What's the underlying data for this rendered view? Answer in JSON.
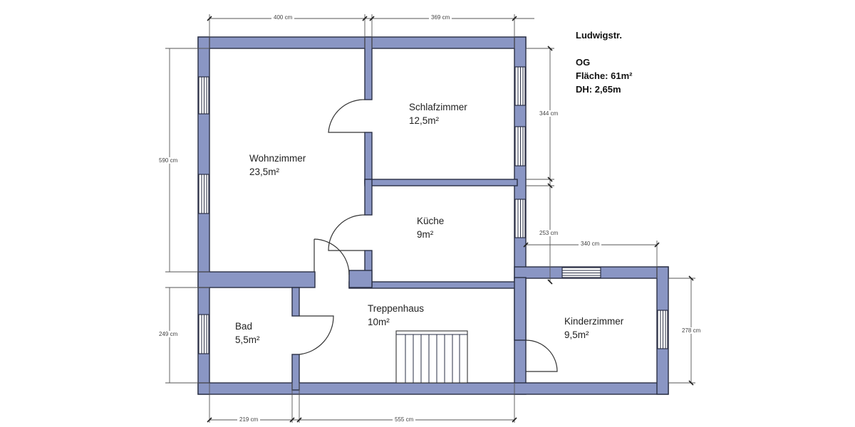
{
  "info": {
    "street": "Ludwigstr.",
    "floor": "OG",
    "area": "Fläche: 61m²",
    "ceiling_height": "DH: 2,65m"
  },
  "rooms": [
    {
      "name": "Wohnzimmer",
      "area": "23,5m²"
    },
    {
      "name": "Schlafzimmer",
      "area": "12,5m²"
    },
    {
      "name": "Küche",
      "area": "9m²"
    },
    {
      "name": "Treppenhaus",
      "area": "10m²"
    },
    {
      "name": "Bad",
      "area": "5,5m²"
    },
    {
      "name": "Kinderzimmer",
      "area": "9,5m²"
    }
  ],
  "dimensions": {
    "top_left": "400 cm",
    "top_right": "369 cm",
    "left_upper": "590 cm",
    "left_lower": "249 cm",
    "bottom_left": "219 cm",
    "bottom_right": "555 cm",
    "right_schlafzimmer": "344 cm",
    "right_kueche": "253 cm",
    "kinderzimmer_width": "340 cm",
    "kinderzimmer_height": "278 cm"
  },
  "colors": {
    "wall_fill": "#8a96c4",
    "wall_stroke": "#2a2f45"
  }
}
